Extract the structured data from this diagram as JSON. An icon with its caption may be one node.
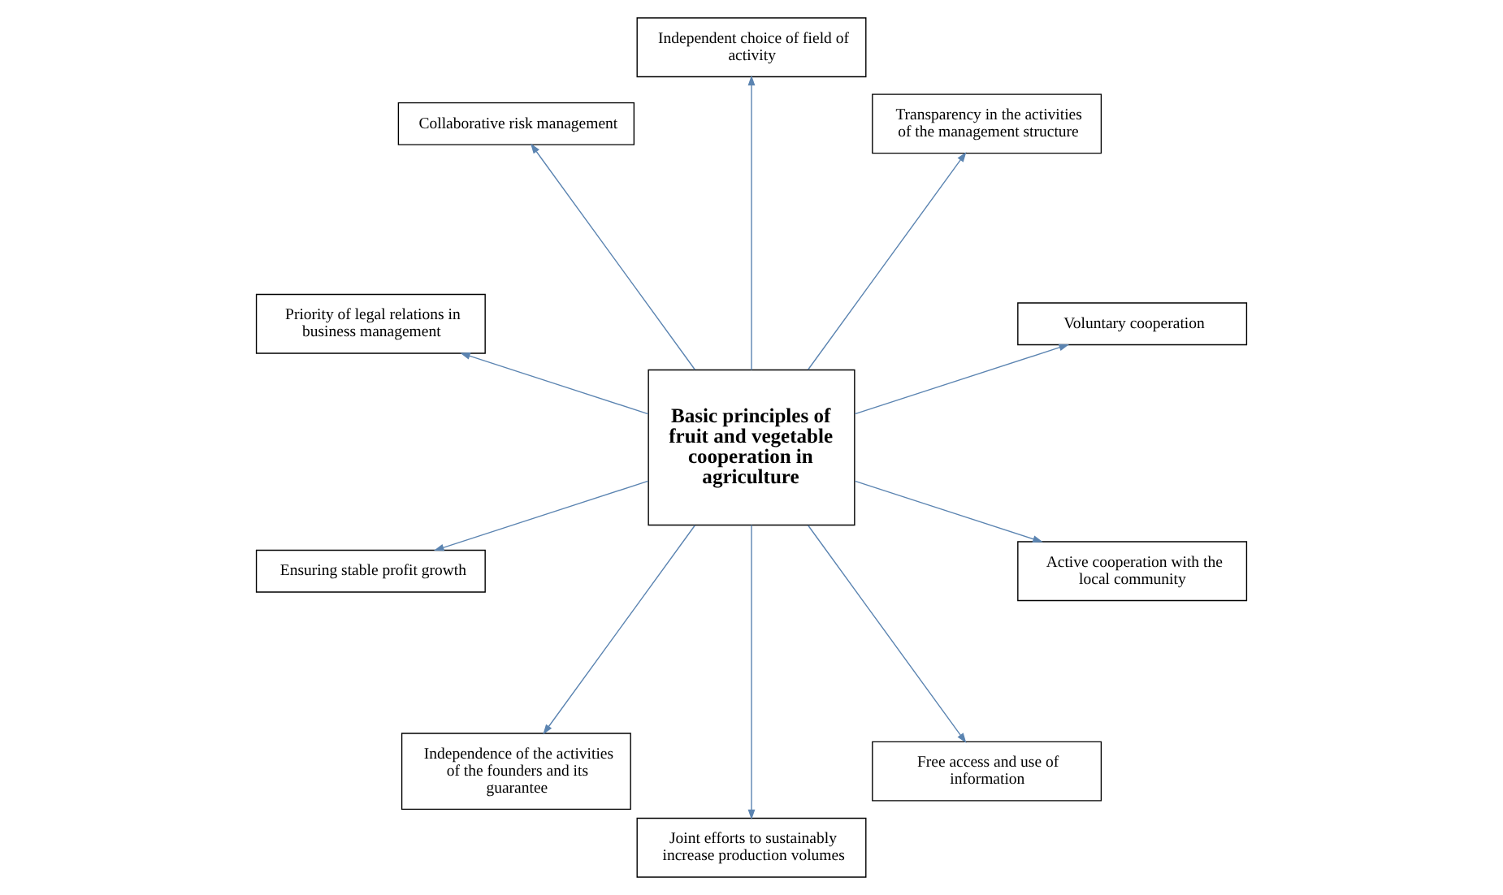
{
  "diagram": {
    "nodes": [
      {
        "text": [
          "Basic principles of fruit and vegetable cooperation in agriculture"
        ]
      },
      {
        "text": [
          "Voluntary cooperation"
        ]
      },
      {
        "text": [
          "Transparency in the activities of the management structure"
        ]
      },
      {
        "text": [
          "Independent choice of field of activity"
        ]
      },
      {
        "text": [
          "Collaborative risk management"
        ]
      },
      {
        "text": [
          "Priority of legal relations in business management"
        ]
      },
      {
        "text": [
          "Ensuring stable profit growth"
        ]
      },
      {
        "text": [
          "Independence of the activities of the founders and its guarantee"
        ]
      },
      {
        "text": [
          "Joint efforts to sustainably increase production volumes"
        ]
      },
      {
        "text": [
          "Free access and use of information"
        ]
      },
      {
        "text": [
          "Active cooperation with the local community"
        ]
      }
    ],
    "edges": [
      {
        "from": 0,
        "to": 1,
        "arrow": "to"
      },
      {
        "from": 0,
        "to": 2,
        "arrow": "to"
      },
      {
        "from": 0,
        "to": 3,
        "arrow": "to"
      },
      {
        "from": 0,
        "to": 4,
        "arrow": "to"
      },
      {
        "from": 0,
        "to": 5,
        "arrow": "to"
      },
      {
        "from": 0,
        "to": 6,
        "arrow": "to"
      },
      {
        "from": 0,
        "to": 7,
        "arrow": "to"
      },
      {
        "from": 0,
        "to": 8,
        "arrow": "to"
      },
      {
        "from": 0,
        "to": 9,
        "arrow": "to"
      },
      {
        "from": 0,
        "to": 10,
        "arrow": "to"
      }
    ]
  }
}
